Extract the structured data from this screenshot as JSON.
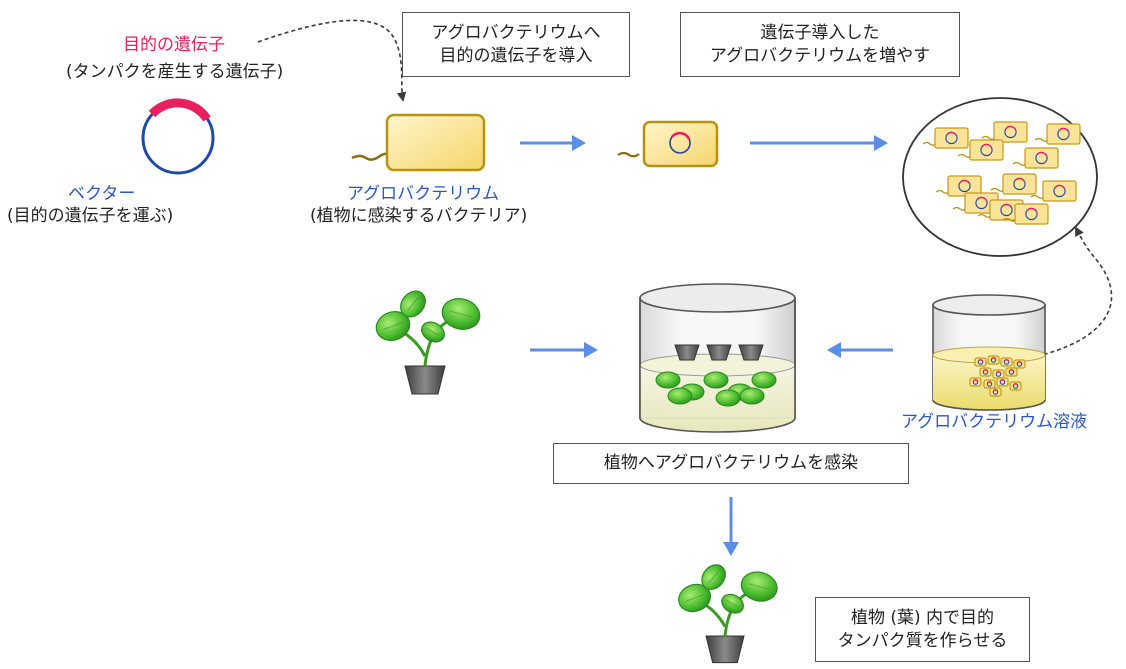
{
  "labels": {
    "target_gene": "目的の遺伝子",
    "target_gene_note": "(タンパクを産生する遺伝子)",
    "vector": "ベクター",
    "vector_note": "(目的の遺伝子を運ぶ)",
    "agro": "アグロバクテリウム",
    "agro_note": "(植物に感染するバクテリア)",
    "agro_solution": "アグロバクテリウム溶液"
  },
  "boxes": {
    "step1": [
      "アグロバクテリウムへ",
      "目的の遺伝子を導入"
    ],
    "step2": [
      "遺伝子導入した",
      "アグロバクテリウムを増やす"
    ],
    "step3": [
      "植物へアグロバクテリウムを感染"
    ],
    "step4": [
      "植物 (葉) 内で目的",
      "タンパク質を作らせる"
    ]
  },
  "colors": {
    "gene": "#ea1f5f",
    "vector": "#1f4aa8",
    "label_blue": "#2a56c6",
    "arrow": "#5b8ee6",
    "bacterium_fill": "#f9de85",
    "bacterium_edge": "#b8920e",
    "leaf": "#3fae29",
    "pot": "#555555"
  }
}
